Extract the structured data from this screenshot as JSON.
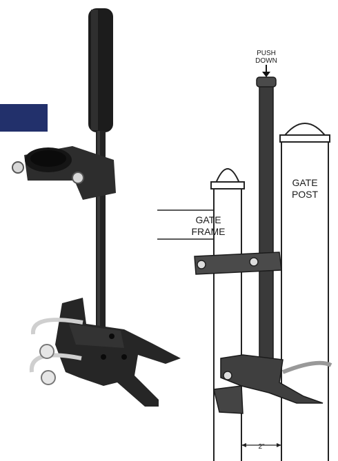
{
  "diagram": {
    "push_down_line1": "PUSH",
    "push_down_line2": "DOWN",
    "gate_post_line1": "GATE",
    "gate_post_line2": "POST",
    "gate_frame_line1": "GATE",
    "gate_frame_line2": "FRAME",
    "gap_measure": "2\""
  },
  "colors": {
    "accent_tab": "#22306b",
    "latch_body": "#3a3a3a"
  }
}
